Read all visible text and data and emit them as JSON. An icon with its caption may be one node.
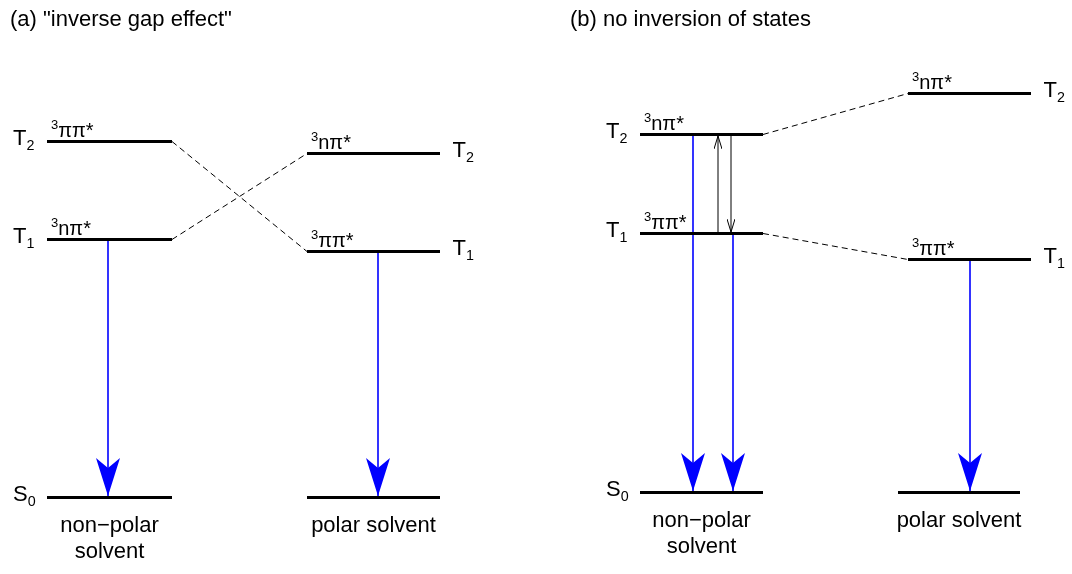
{
  "diagram": {
    "nodes": [
      {
        "text": [
          "$^{3}$ππ*"
        ],
        "beside": [
          "T$_{2}$"
        ]
      },
      {
        "text": [
          "$^{3}$nπ*"
        ],
        "beside": [
          "T$_{1}$"
        ]
      },
      {
        "text": [],
        "shape": "bar",
        "beside": [
          "S$_{0}$",
          "non−polar solvent"
        ]
      },
      {
        "text": [
          "$^{3}$nπ*"
        ],
        "beside": [
          "T$_{2}$"
        ]
      },
      {
        "text": [
          "$^{3}$ππ*"
        ],
        "beside": [
          "T$_{1}$"
        ]
      },
      {
        "text": [],
        "shape": "bar",
        "beside": [
          "polar solvent"
        ]
      },
      {
        "text": [
          "$^{3}$nπ*"
        ],
        "beside": [
          "T$_{2}$"
        ]
      },
      {
        "text": [
          "$^{3}$ππ*"
        ],
        "beside": [
          "T$_{1}$"
        ]
      },
      {
        "text": [],
        "shape": "bar",
        "beside": [
          "S$_{0}$",
          "non−polar solvent"
        ]
      },
      {
        "text": [
          "$^{3}$nπ*"
        ],
        "beside": [
          "T$_{2}$"
        ]
      },
      {
        "text": [
          "$^{3}$ππ*"
        ],
        "beside": [
          "T$_{1}$"
        ]
      },
      {
        "text": [],
        "shape": "bar",
        "beside": [
          "polar solvent"
        ]
      }
    ],
    "edges": [
      {
        "from": 0,
        "to": 4,
        "arrow": "none",
        "style": "dashed"
      },
      {
        "from": 1,
        "to": 3,
        "arrow": "none",
        "style": "dashed"
      },
      {
        "from": 1,
        "to": 2,
        "arrow": "to",
        "color": "#0000ff"
      },
      {
        "from": 4,
        "to": 5,
        "arrow": "to",
        "color": "#0000ff"
      },
      {
        "from": 6,
        "to": 9,
        "arrow": "none",
        "style": "dashed"
      },
      {
        "from": 7,
        "to": 10,
        "arrow": "none",
        "style": "dashed"
      },
      {
        "from": 7,
        "to": 6,
        "arrow": "to"
      },
      {
        "from": 6,
        "to": 7,
        "arrow": "to"
      },
      {
        "from": 6,
        "to": 8,
        "arrow": "to",
        "color": "#0000ff"
      },
      {
        "from": 7,
        "to": 8,
        "arrow": "to",
        "color": "#0000ff"
      },
      {
        "from": 10,
        "to": 11,
        "arrow": "to",
        "color": "#0000ff"
      }
    ],
    "labels": [
      "(a) \"inverse gap effect\"",
      "(b) no inversion of states"
    ]
  }
}
